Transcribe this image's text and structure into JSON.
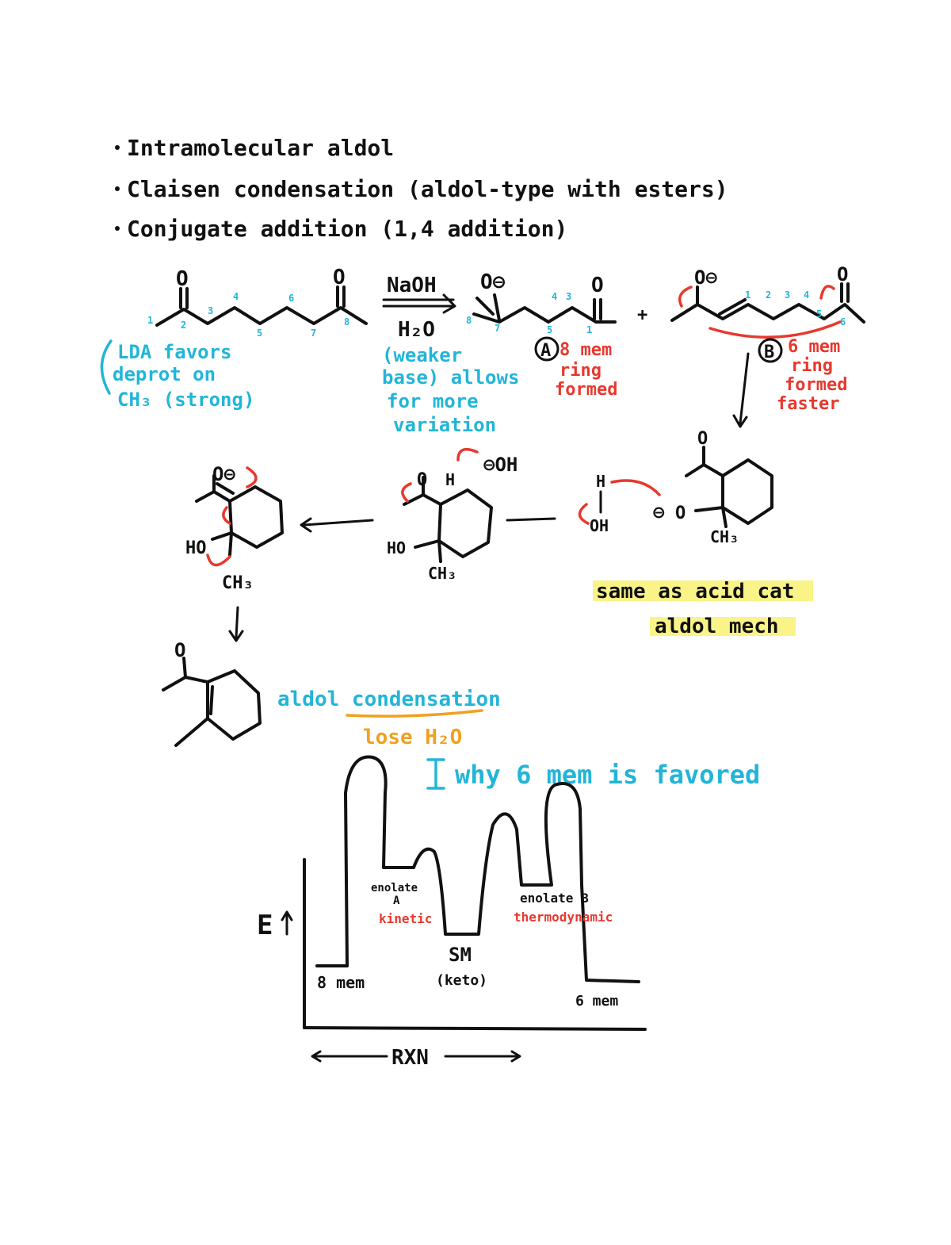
{
  "colors": {
    "ink": "#111111",
    "cyan": "#22b5d8",
    "red": "#e8382e",
    "orange": "#f0a020",
    "yellow": "#f8f060"
  },
  "header": {
    "bullets": [
      "Intramolecular aldol",
      "Claisen condensation (aldol-type with esters)",
      "Conjugate addition (1,4 addition)"
    ]
  },
  "reaction": {
    "reagent_top": "NaOH",
    "reagent_bottom": "H₂O",
    "plus": "+",
    "label_a": "A",
    "label_b": "B",
    "o": "O",
    "o_minus": "O⊖",
    "minus": "⊖",
    "carbon_numbers": [
      "1",
      "2",
      "3",
      "4",
      "5",
      "6",
      "7",
      "8"
    ]
  },
  "notes": {
    "lda": [
      "LDA favors",
      "deprot on",
      "CH₃ (strong)"
    ],
    "weaker_base": [
      "(weaker",
      "base) allows",
      "for more",
      "variation"
    ],
    "ring_a": [
      "8 mem",
      "ring",
      "formed"
    ],
    "ring_b": [
      "6 mem",
      "ring",
      "formed",
      "faster"
    ],
    "same_as": [
      "same as acid cat",
      "aldol mech"
    ],
    "condensation": "aldol condensation",
    "lose_water": "lose H₂O",
    "why": "why 6 mem is favored"
  },
  "mechanism": {
    "oh_minus": "⊖OH",
    "h": "H",
    "oh": "OH",
    "ho": "HO",
    "ch3": "CH₃"
  },
  "energy_diagram": {
    "y_label": "E",
    "x_label": "RXN",
    "levels": {
      "eight_mem": "8 mem",
      "enolate_a": [
        "enolate",
        "A"
      ],
      "kinetic": "kinetic",
      "sm": [
        "SM",
        "(keto)"
      ],
      "enolate_b": "enolate B",
      "thermodynamic": "thermodynamic",
      "six_mem": "6 mem"
    }
  }
}
